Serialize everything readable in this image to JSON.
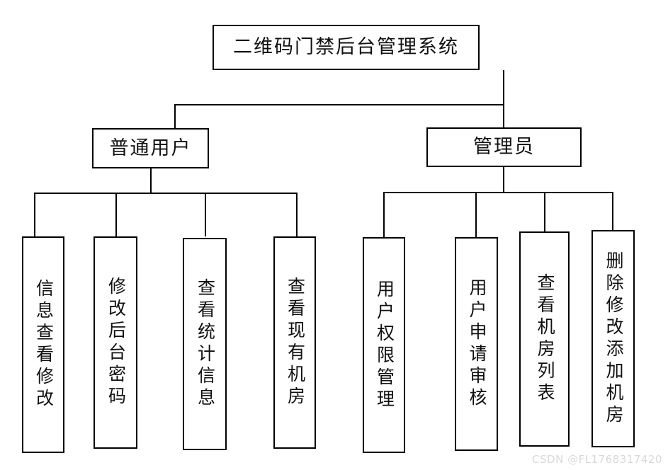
{
  "diagram": {
    "type": "org-tree",
    "title": "二维码门禁后台管理系统",
    "root": {
      "id": "root",
      "label": "二维码门禁后台管理系统"
    },
    "level2": [
      {
        "id": "regular-user",
        "label": "普通用户"
      },
      {
        "id": "administrator",
        "label": "管理员"
      }
    ],
    "leaves_left": [
      {
        "id": "info-view-edit",
        "label": "信息查看修改"
      },
      {
        "id": "change-backend-password",
        "label": "修改后台密码"
      },
      {
        "id": "view-statistics",
        "label": "查看统计信息"
      },
      {
        "id": "view-existing-rooms",
        "label": "查看现有机房"
      }
    ],
    "leaves_right": [
      {
        "id": "user-permission-management",
        "label": "用户权限管理"
      },
      {
        "id": "user-application-review",
        "label": "用户申请审核"
      },
      {
        "id": "view-room-list",
        "label": "查看机房列表"
      },
      {
        "id": "delete-edit-add-room",
        "label": "删除修改添加机房"
      }
    ],
    "colors": {
      "line": "#000000",
      "box_border": "#000000",
      "box_fill": "#ffffff",
      "text": "#111111",
      "watermark": "#d8d8d8"
    }
  },
  "watermark": {
    "text": "CSDN @FL1768317420"
  }
}
